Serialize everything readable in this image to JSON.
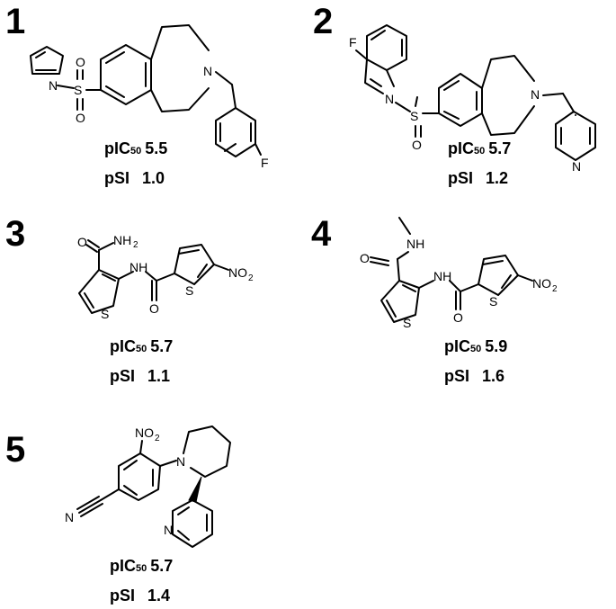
{
  "compounds": [
    {
      "number": "1",
      "pic50_value": "5.5",
      "psi_value": "1.0"
    },
    {
      "number": "2",
      "pic50_value": "5.7",
      "psi_value": "1.2"
    },
    {
      "number": "3",
      "pic50_value": "5.7",
      "psi_value": "1.1"
    },
    {
      "number": "4",
      "pic50_value": "5.9",
      "psi_value": "1.6"
    },
    {
      "number": "5",
      "pic50_value": "5.7",
      "psi_value": "1.4"
    }
  ],
  "labels": {
    "pic_prefix": "pIC",
    "pic_sub": "50",
    "psi": "pSI"
  },
  "atoms": {
    "N": "N",
    "S": "S",
    "O": "O",
    "F": "F",
    "NH": "NH",
    "NH2_main": "NH",
    "NH2_sub": "2",
    "NO2_main": "NO",
    "NO2_sub": "2"
  }
}
